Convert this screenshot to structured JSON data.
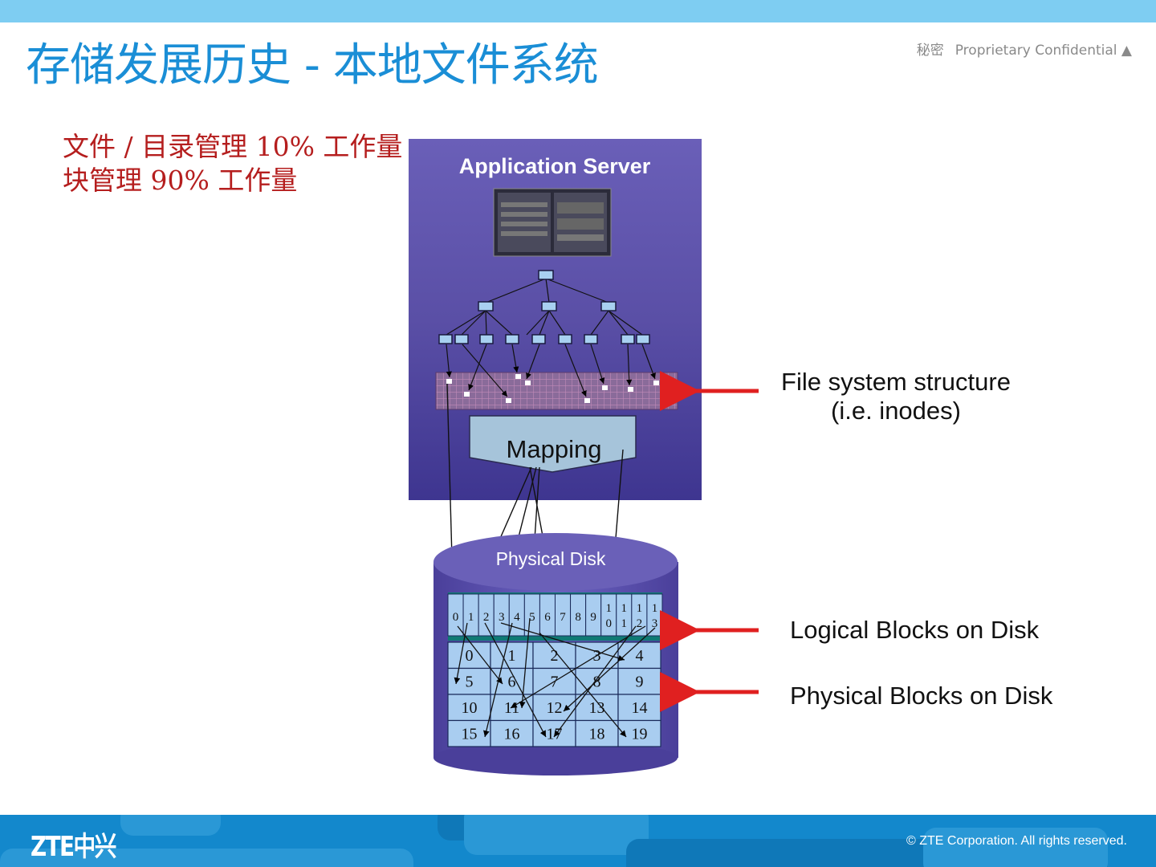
{
  "slide": {
    "title": "存储发展历史 - 本地文件系统",
    "classification_cn": "秘密",
    "classification_en": "Proprietary Confidential ▲",
    "bullets": [
      "文件 / 目录管理  10% 工作量",
      "块管理 90% 工作量"
    ]
  },
  "diagram": {
    "server_title": "Application Server",
    "mapping_label": "Mapping",
    "disk_label": "Physical Disk",
    "callouts": {
      "fs_structure_line1": "File system structure",
      "fs_structure_line2": "(i.e. inodes)",
      "logical_blocks": "Logical Blocks on Disk",
      "physical_blocks": "Physical Blocks on Disk"
    },
    "logical_blocks": [
      "0",
      "1",
      "2",
      "3",
      "4",
      "5",
      "6",
      "7",
      "8",
      "9",
      "10",
      "11",
      "12",
      "13"
    ],
    "physical_blocks": [
      [
        "0",
        "1",
        "2",
        "3",
        "4"
      ],
      [
        "5",
        "6",
        "7",
        "8",
        "9"
      ],
      [
        "10",
        "11",
        "12",
        "13",
        "14"
      ],
      [
        "15",
        "16",
        "17",
        "18",
        "19"
      ]
    ],
    "colors": {
      "server_bg": "#5a4fa6",
      "disk_bg": "#5548a8",
      "block_fill": "#a9cdf0",
      "callout_arrow": "#e02020",
      "node_fill": "#a8d0f0"
    }
  },
  "footer": {
    "logo": "ZTE中兴",
    "copyright": "© ZTE Corporation. All rights reserved."
  }
}
